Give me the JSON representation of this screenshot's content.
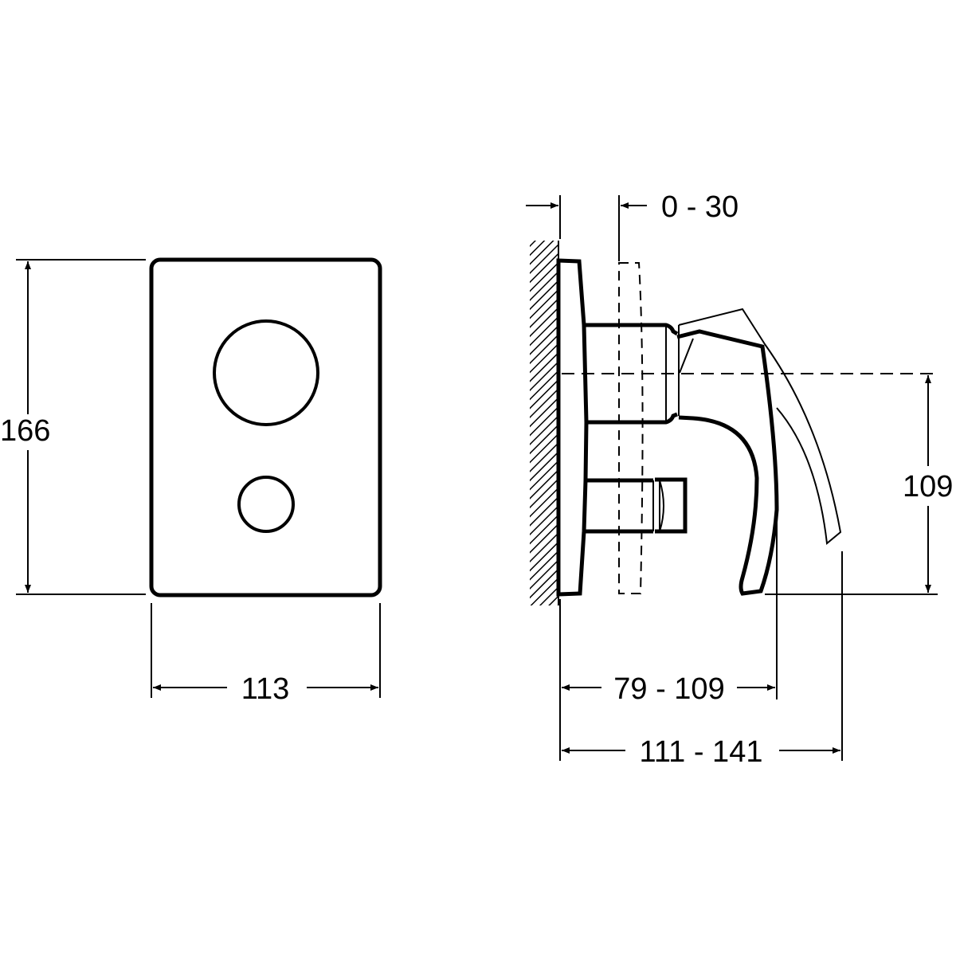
{
  "front_view": {
    "height_label": "166",
    "width_label": "113"
  },
  "side_view": {
    "offset_label": "0 - 30",
    "center_height_label": "109",
    "depth_short_label": "79 - 109",
    "depth_long_label": "111 - 141"
  },
  "colors": {
    "line": "#000000",
    "background": "#ffffff"
  }
}
